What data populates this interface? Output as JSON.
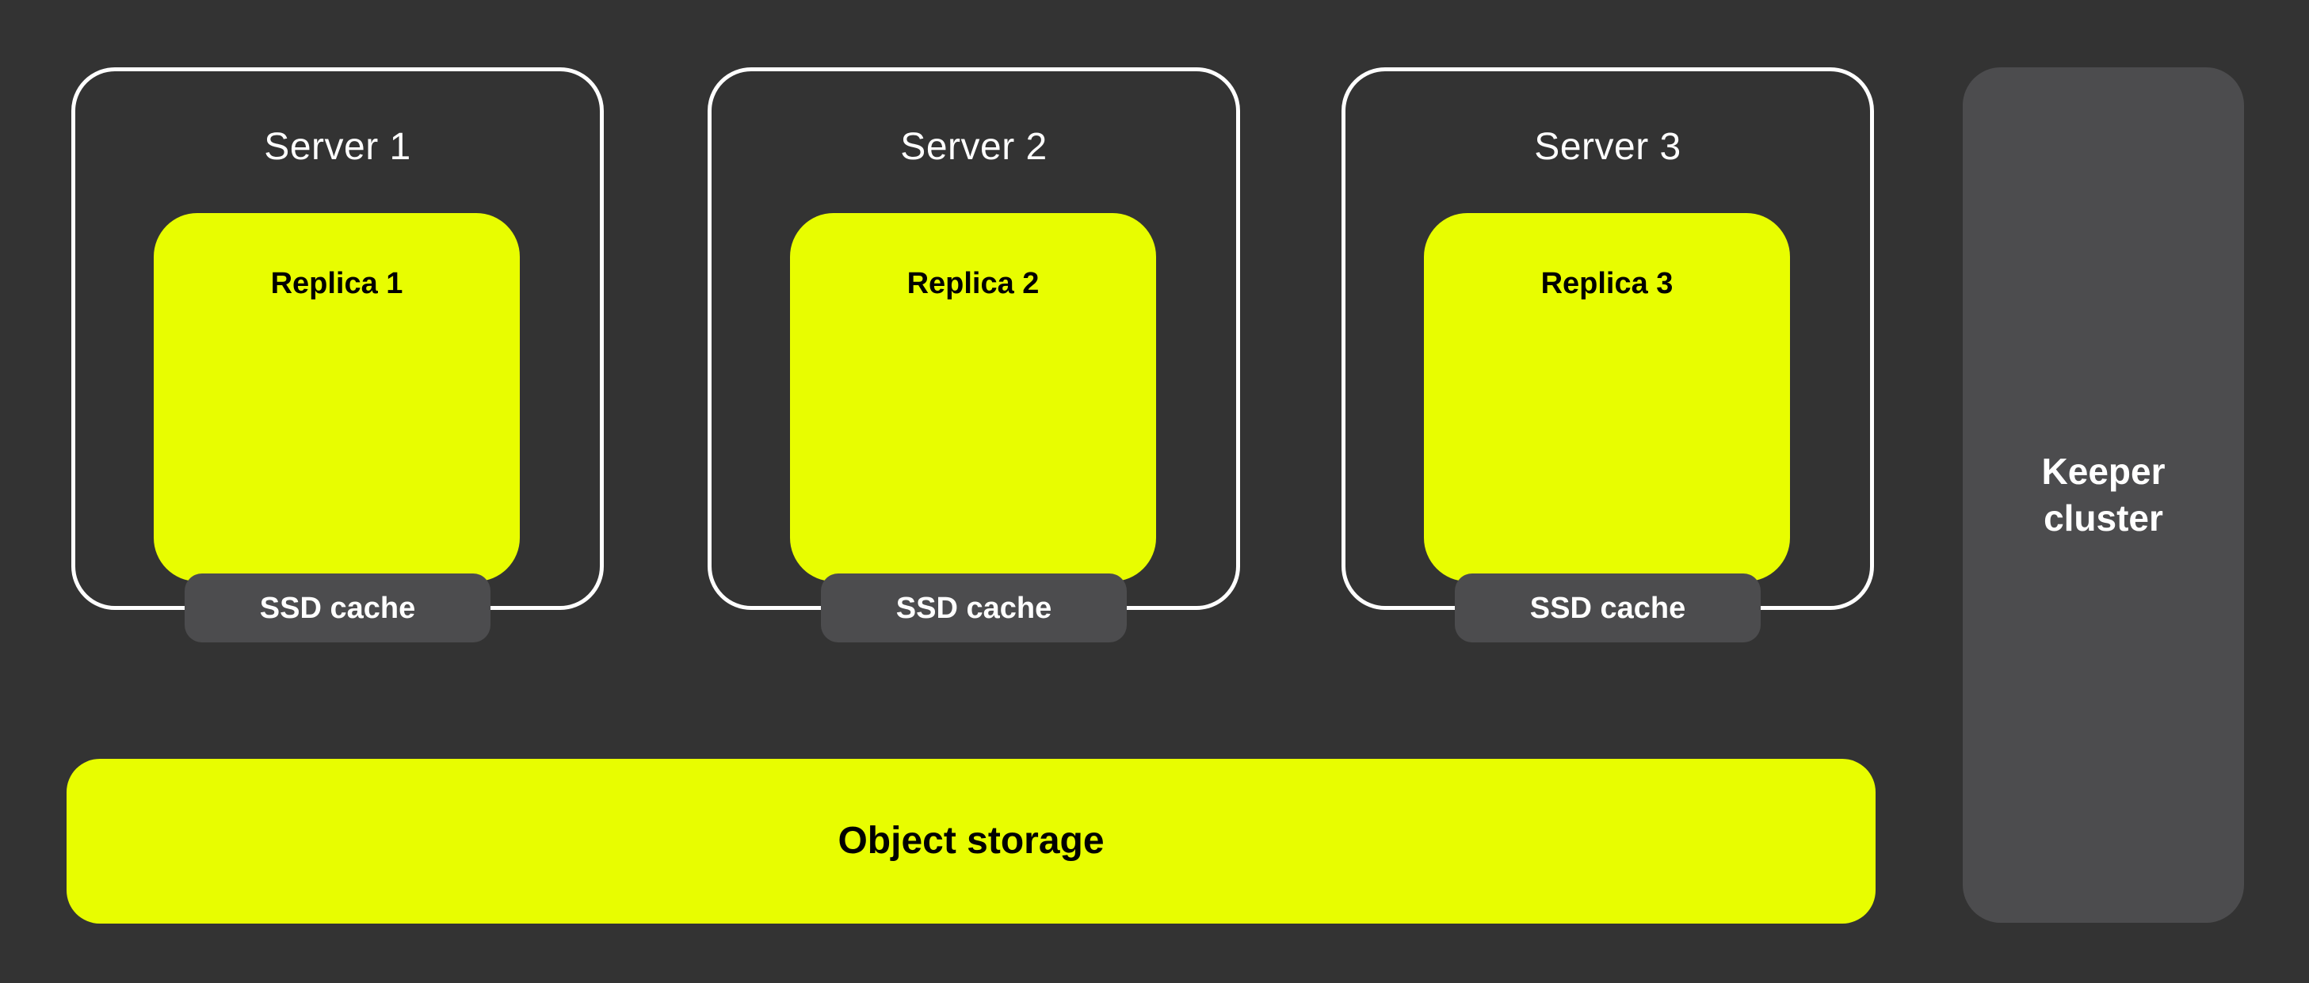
{
  "colors": {
    "background": "#333333",
    "accent_yellow": "#e8fd00",
    "panel_gray": "#4c4c4e",
    "border_white": "#ffffff",
    "text_dark": "#000000",
    "text_light": "#ffffff"
  },
  "servers": [
    {
      "title": "Server 1",
      "replica_label": "Replica 1",
      "cache_label": "SSD cache"
    },
    {
      "title": "Server 2",
      "replica_label": "Replica 2",
      "cache_label": "SSD cache"
    },
    {
      "title": "Server 3",
      "replica_label": "Replica 3",
      "cache_label": "SSD cache"
    }
  ],
  "object_storage": {
    "label": "Object storage"
  },
  "keeper_cluster": {
    "line1": "Keeper",
    "line2": "cluster"
  }
}
